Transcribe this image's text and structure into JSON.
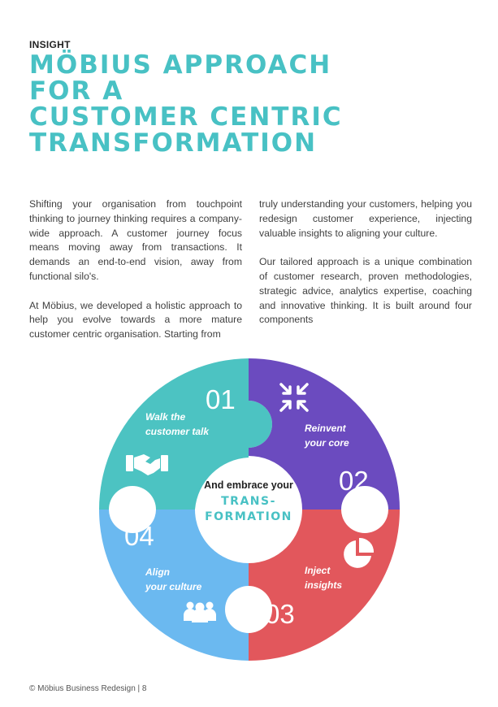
{
  "header": {
    "kicker": "INSIGHT",
    "title_lines": [
      "MÖBIUS APPROACH",
      "FOR A",
      "CUSTOMER CENTRIC",
      "TRANSFORMATION"
    ]
  },
  "body": {
    "left_paragraphs": [
      "Shifting your organisation from touchpoint thinking to journey thinking requires a company-wide approach. A customer journey focus means moving away from transactions. It demands an end-to-end vision, away from functional silo's.",
      "At Möbius, we developed a holistic approach to help you evolve towards a more mature customer centric organisation. Starting from"
    ],
    "right_paragraphs": [
      "truly understanding your customers, helping you redesign customer experience, injecting valuable insights to aligning your culture.",
      "Our tailored approach is a unique combination of customer research, proven methodologies, strategic advice, analytics expertise, coaching and innovative thinking. It is built around four components"
    ]
  },
  "diagram": {
    "center_line1": "And embrace your",
    "center_line2": "TRANS-",
    "center_line3": "FORMATION",
    "segments": [
      {
        "number": "01",
        "label_line1": "Walk the",
        "label_line2": "customer talk",
        "color": "#4cc3c2",
        "icon": "handshake-icon"
      },
      {
        "number": "02",
        "label_line1": "Reinvent",
        "label_line2": "your core",
        "color": "#6b4bbf",
        "icon": "compress-arrows-icon"
      },
      {
        "number": "03",
        "label_line1": "Inject",
        "label_line2": "insights",
        "color": "#e2575c",
        "icon": "pie-chart-icon"
      },
      {
        "number": "04",
        "label_line1": "Align",
        "label_line2": "your culture",
        "color": "#6bb9f0",
        "icon": "team-icon"
      }
    ]
  },
  "footer": {
    "text": "© Möbius Business Redesign  | 8"
  }
}
